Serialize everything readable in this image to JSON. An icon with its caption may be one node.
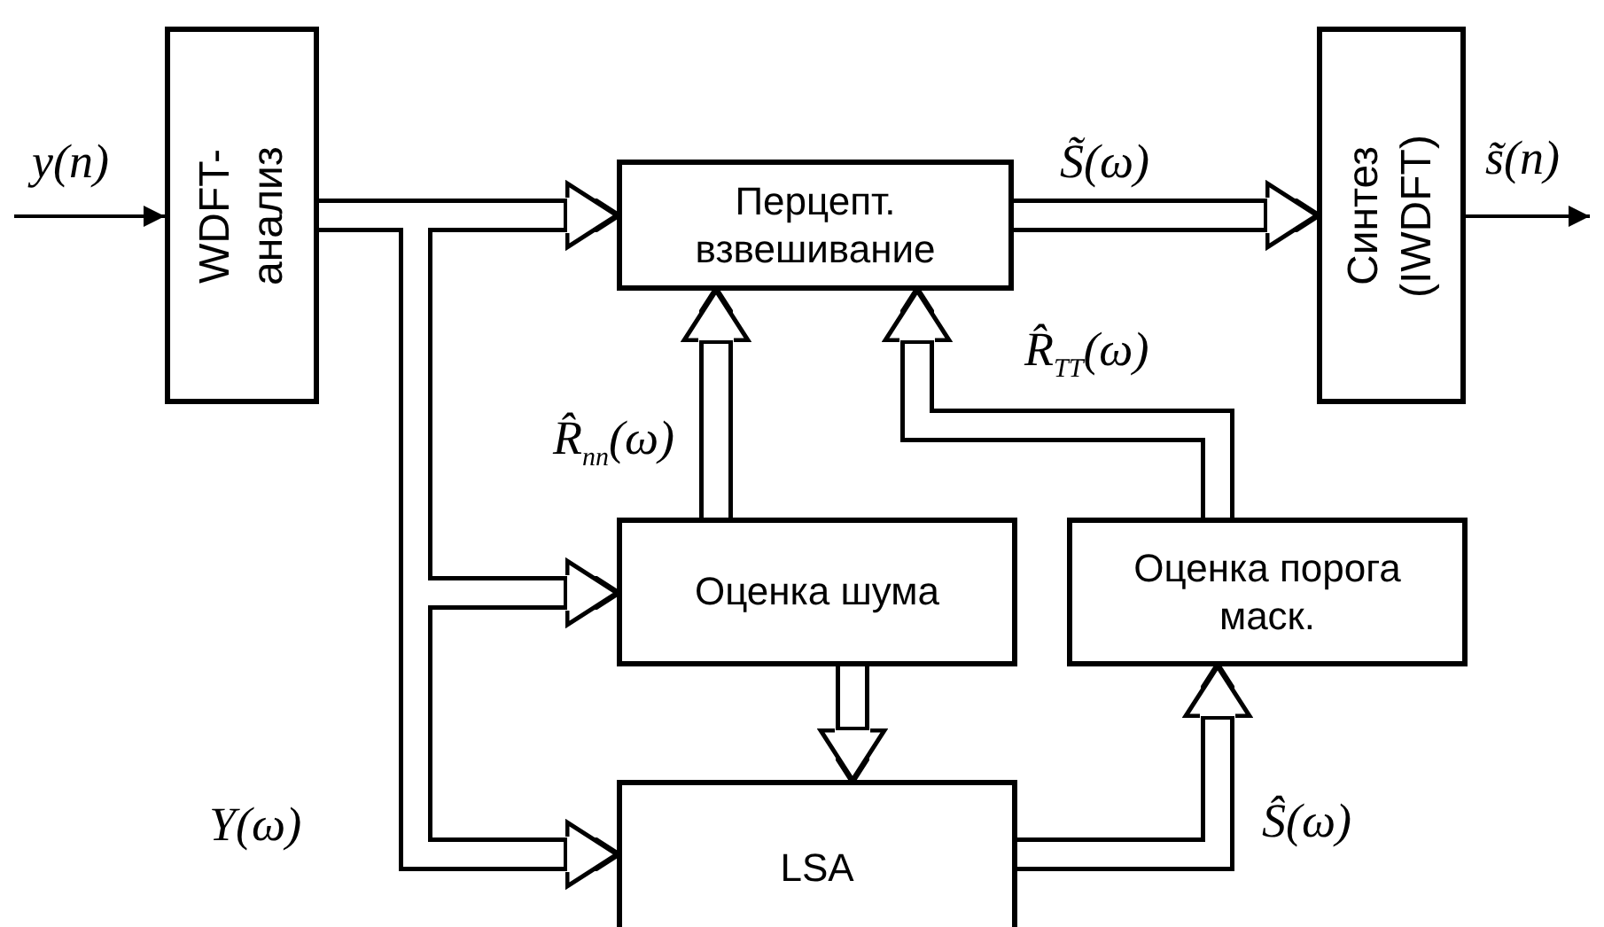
{
  "diagram": {
    "nodes": [
      {
        "text": [
          "WDFT- анализ"
        ]
      },
      {
        "text": [
          "Перцепт. взвешивание"
        ]
      },
      {
        "text": [
          "Синтез (IWDFT)"
        ]
      },
      {
        "text": [
          "Оценка шума"
        ]
      },
      {
        "text": [
          "Оценка порога маск."
        ]
      },
      {
        "text": [
          "LSA"
        ]
      }
    ],
    "edges": [
      {
        "from": null,
        "to": 0,
        "arrow": "to",
        "label": "y(n)"
      },
      {
        "from": 0,
        "to": 1,
        "arrow": "to"
      },
      {
        "from": 0,
        "to": 3,
        "arrow": "to"
      },
      {
        "from": 0,
        "to": 5,
        "arrow": "to",
        "label": "Y(ω)"
      },
      {
        "from": 3,
        "to": 1,
        "arrow": "to",
        "label": "R̂$_{nn}$(ω)"
      },
      {
        "from": 4,
        "to": 1,
        "arrow": "to",
        "label": "R̂$_{TT}$(ω)"
      },
      {
        "from": 3,
        "to": 5,
        "arrow": "to"
      },
      {
        "from": 5,
        "to": 4,
        "arrow": "to",
        "label": "Ŝ(ω)"
      },
      {
        "from": 1,
        "to": 2,
        "arrow": "to",
        "label": "S̃(ω)"
      },
      {
        "from": 2,
        "to": null,
        "arrow": "to",
        "label": "s̃(n)"
      }
    ]
  }
}
